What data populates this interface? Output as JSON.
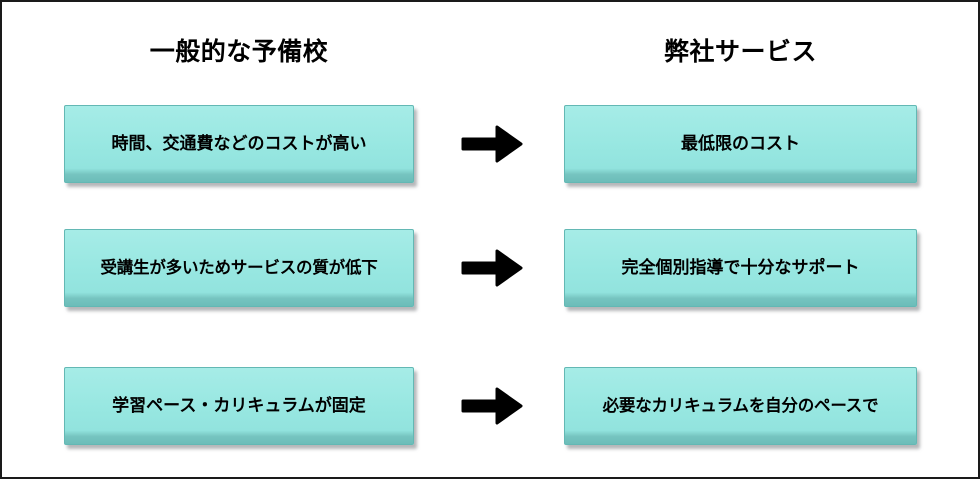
{
  "slide": {
    "background_color": "#ffffff",
    "border_color": "#1a1a1a",
    "box_fill_color": "#97e7e1",
    "box_border_color": "#63b8b4",
    "text_color": "#000000",
    "arrow_color": "#000000"
  },
  "columns": {
    "left_heading": "一般的な予備校",
    "right_heading": "弊社サービス"
  },
  "rows": [
    {
      "left": "時間、交通費などのコストが高い",
      "arrow": "right-arrow-icon",
      "right": "最低限のコスト"
    },
    {
      "left": "受講生が多いためサービスの質が低下",
      "arrow": "right-arrow-icon",
      "right": "完全個別指導で十分なサポート"
    },
    {
      "left": "学習ペース・カリキュラムが固定",
      "arrow": "right-arrow-icon",
      "right": "必要なカリキュラムを自分のペースで"
    }
  ]
}
